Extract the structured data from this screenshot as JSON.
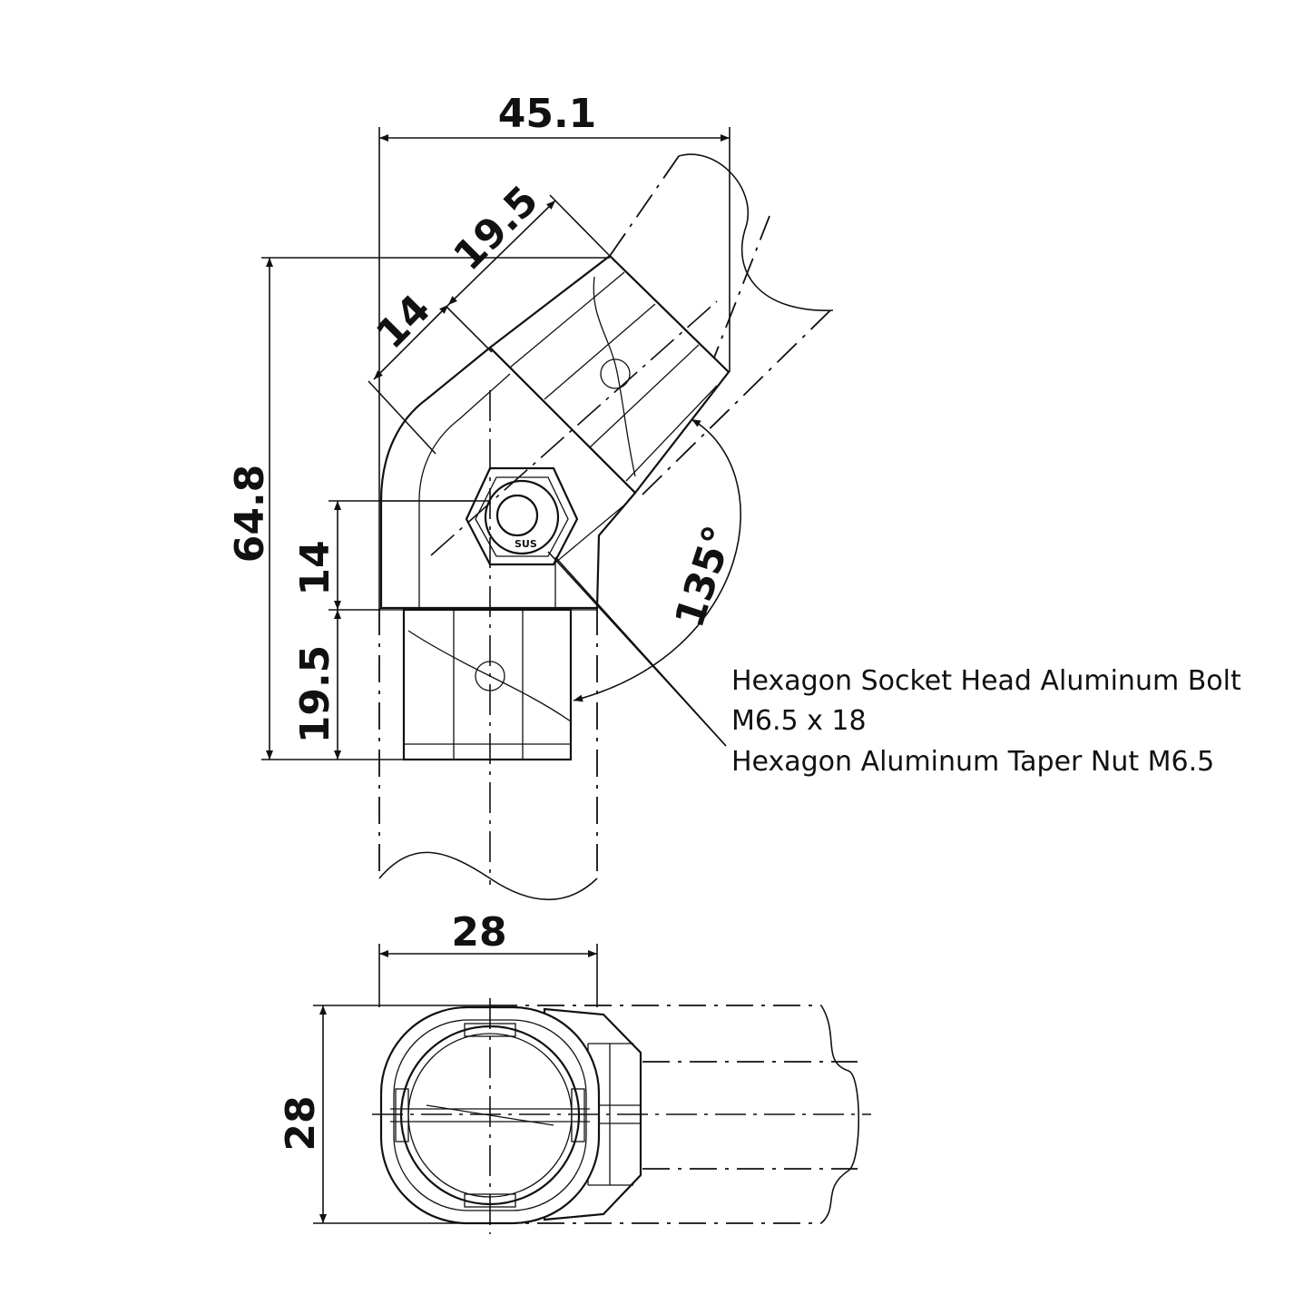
{
  "dimensions": {
    "overall_width": "45.1",
    "overall_height": "64.8",
    "angled_socket_length": "19.5",
    "angled_offset": "14",
    "vertical_offset": "14",
    "vertical_socket_length": "19.5",
    "angle": "135°",
    "bottom_width": "28",
    "bottom_height": "28"
  },
  "callout": {
    "line1": "Hexagon Socket Head Aluminum Bolt",
    "line2": "M6.5 x 18",
    "line3": "Hexagon Aluminum Taper Nut  M6.5"
  },
  "nut_marking": "SUS"
}
